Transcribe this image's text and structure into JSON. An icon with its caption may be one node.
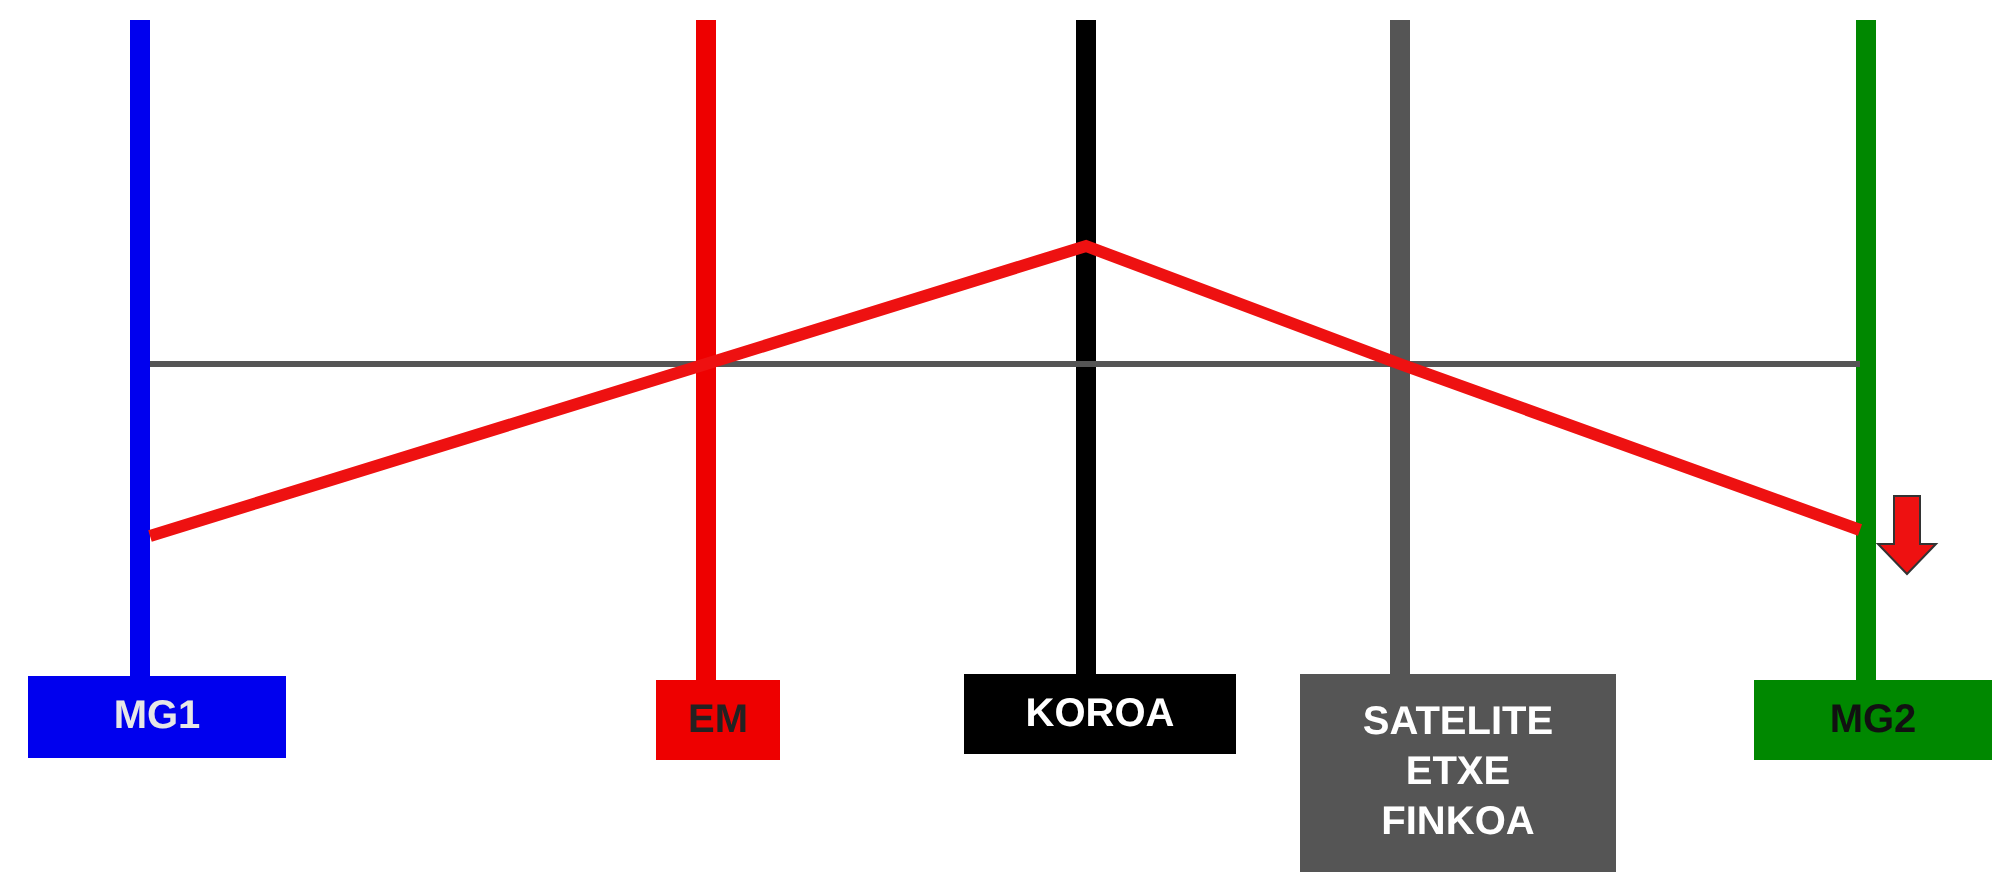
{
  "diagram": {
    "nodes": [
      {
        "text": [
          "MG1"
        ]
      },
      {
        "text": [
          "EM"
        ]
      },
      {
        "text": [
          "KOROA"
        ]
      },
      {
        "text": [
          "SATELITE ETXE FINKOA"
        ]
      },
      {
        "text": [
          "MG2"
        ]
      }
    ],
    "edges": []
  }
}
